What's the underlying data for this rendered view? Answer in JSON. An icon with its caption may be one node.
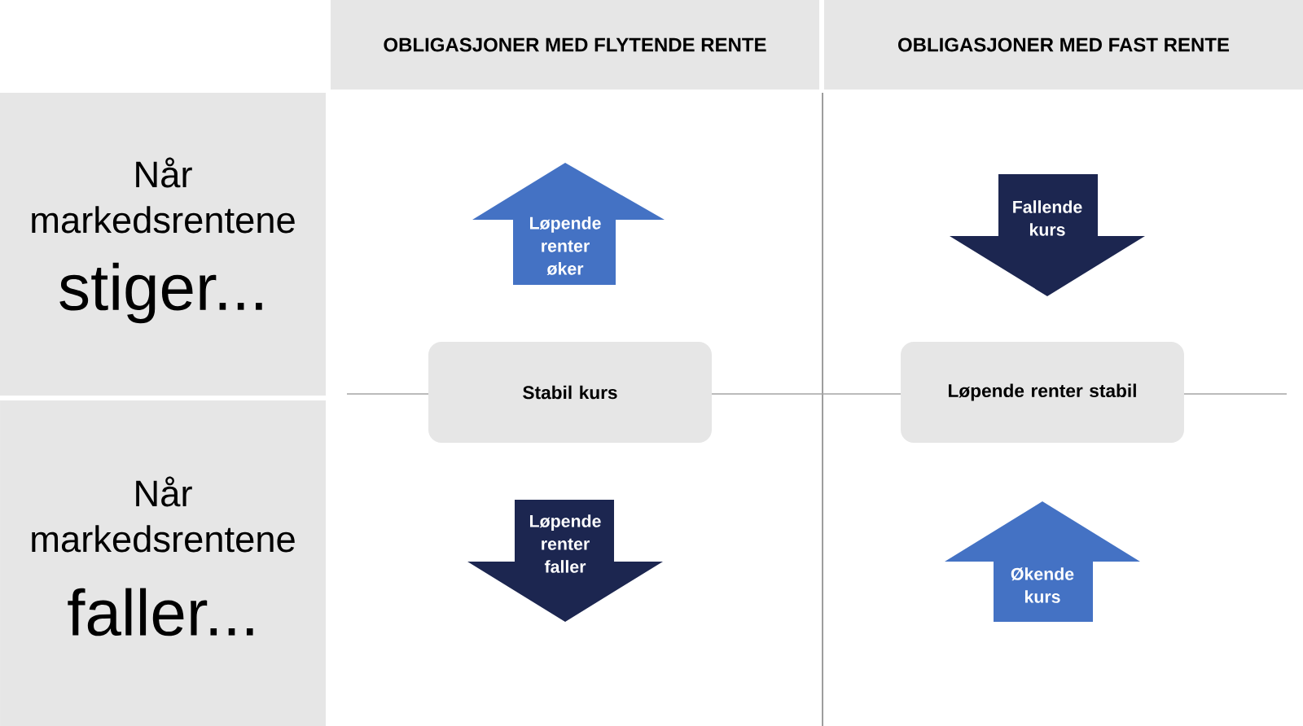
{
  "diagram": {
    "nodes": [
      {
        "text": [
          "OBLIGASJONER MED FLYTENDE RENTE"
        ]
      },
      {
        "text": [
          "OBLIGASJONER MED FAST RENTE"
        ]
      },
      {
        "text": [
          "Når markedsrentene",
          "stiger..."
        ]
      },
      {
        "text": [
          "Løpende renter øker"
        ]
      },
      {
        "text": [
          "Fallende kurs"
        ]
      },
      {
        "text": [
          "Stabil kurs"
        ]
      },
      {
        "text": [
          "Løpende renter stabil"
        ]
      },
      {
        "text": [
          "Når markedsrentene",
          "faller..."
        ]
      },
      {
        "text": [
          "Løpende renter faller"
        ]
      },
      {
        "text": [
          "Økende kurs"
        ]
      }
    ],
    "edges": []
  }
}
